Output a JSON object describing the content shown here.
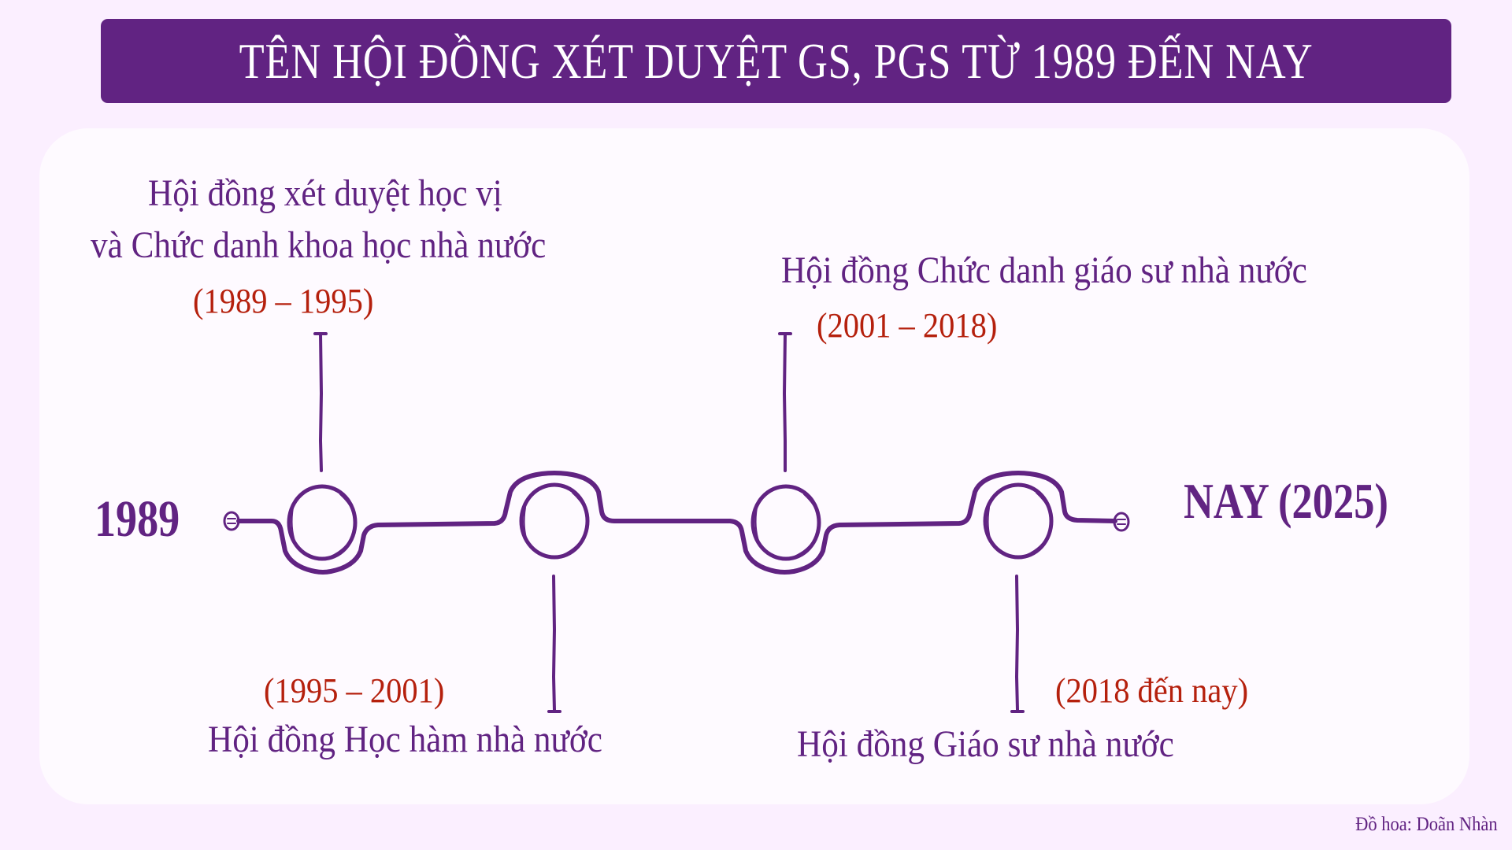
{
  "header": {
    "title": "TÊN HỘI ĐỒNG XÉT DUYỆT GS, PGS TỪ 1989 ĐẾN NAY"
  },
  "timeline": {
    "start_label": "1989",
    "end_label": "NAY (2025)",
    "milestones": [
      {
        "position": "above",
        "name_lines": [
          "Hội đồng xét duyệt học vị",
          "và Chức danh khoa học nhà nước"
        ],
        "period": "(1989 – 1995)"
      },
      {
        "position": "below",
        "name_lines": [
          "Hội đồng Học hàm nhà nước"
        ],
        "period": "(1995 – 2001)"
      },
      {
        "position": "above",
        "name_lines": [
          "Hội đồng Chức danh giáo sư nhà nước"
        ],
        "period": "(2001 – 2018)"
      },
      {
        "position": "below",
        "name_lines": [
          "Hội đồng Giáo sư nhà nước"
        ],
        "period": "(2018 đến nay)"
      }
    ]
  },
  "footer": {
    "credit": "Đồ hoa: Doãn Nhàn"
  },
  "colors": {
    "background": "#fbefff",
    "card": "#fefaff",
    "primary_purple": "#612382",
    "period_red": "#b5200d",
    "banner_text": "#ffffff"
  }
}
